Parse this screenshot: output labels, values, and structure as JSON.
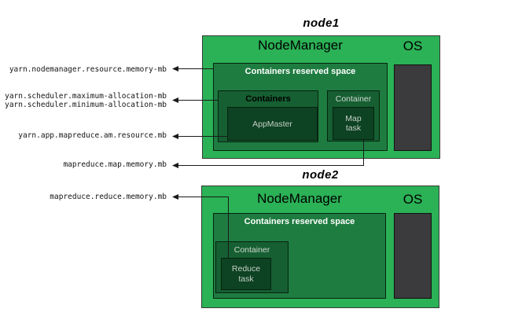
{
  "diagram": {
    "node1": {
      "title": "node1",
      "nodemanager": "NodeManager",
      "os": "OS",
      "reserved_space": "Containers reserved space",
      "containers": "Containers",
      "appmaster": "AppMaster",
      "container": "Container",
      "task_line1": "Map",
      "task_line2": "task"
    },
    "node2": {
      "title": "node2",
      "nodemanager": "NodeManager",
      "os": "OS",
      "reserved_space": "Containers reserved space",
      "container": "Container",
      "task_line1": "Reduce",
      "task_line2": "task"
    },
    "config_labels": {
      "nodemanager_memory": "yarn.nodemanager.resource.memory-mb",
      "scheduler_max": "yarn.scheduler.maximum-allocation-mb",
      "scheduler_min": "yarn.scheduler.minimum-allocation-mb",
      "am_resource": "yarn.app.mapreduce.am.resource.mb",
      "map_memory": "mapreduce.map.memory.mb",
      "reduce_memory": "mapreduce.reduce.memory.mb"
    },
    "colors": {
      "node_fill": "#2bb156",
      "reserved_fill": "#1e7c40",
      "container_fill": "#165f32",
      "task_fill": "#0d4223",
      "os_fill": "#3b3b3d",
      "line": "#1a1a1a"
    }
  }
}
